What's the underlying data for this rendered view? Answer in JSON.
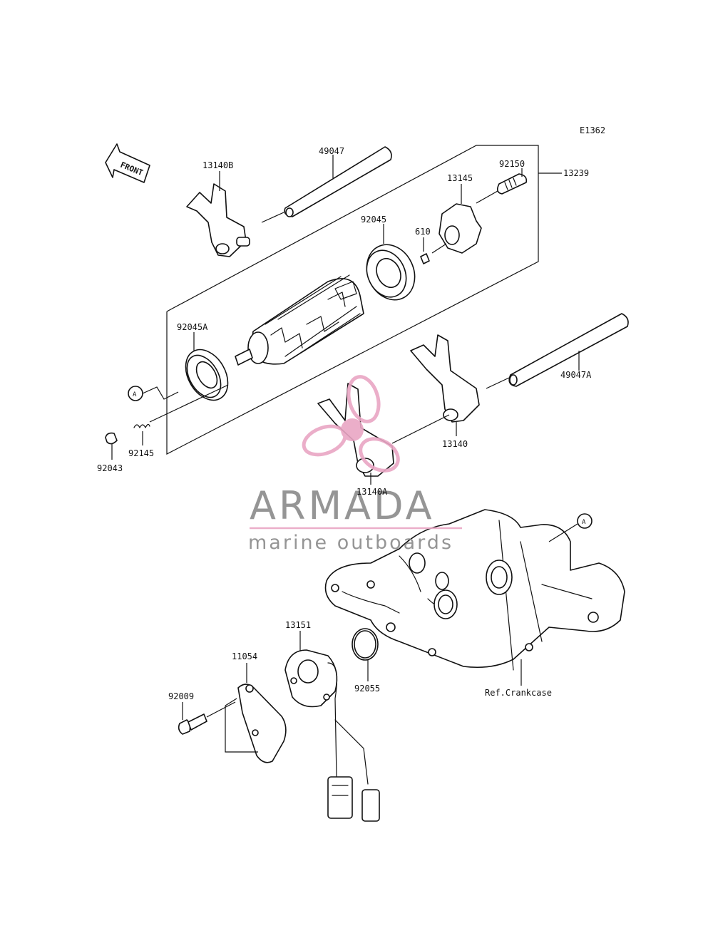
{
  "diagram": {
    "code": "E1362",
    "front_label": "FRONT",
    "ref_mark": "A",
    "ref_crankcase": "Ref.Crankcase",
    "parts": {
      "p13140B": "13140B",
      "p49047": "49047",
      "p13145": "13145",
      "p92150": "92150",
      "p13239": "13239",
      "p92045": "92045",
      "p610": "610",
      "p92045A": "92045A",
      "p49047A": "49047A",
      "p92145": "92145",
      "p92043": "92043",
      "p13140": "13140",
      "p13140A": "13140A",
      "p13151": "13151",
      "p11054": "11054",
      "p92009": "92009",
      "p92055": "92055"
    }
  },
  "watermark": {
    "brand": "ARMADA",
    "tagline": "marine outboards",
    "color": "#e9a6c4"
  }
}
